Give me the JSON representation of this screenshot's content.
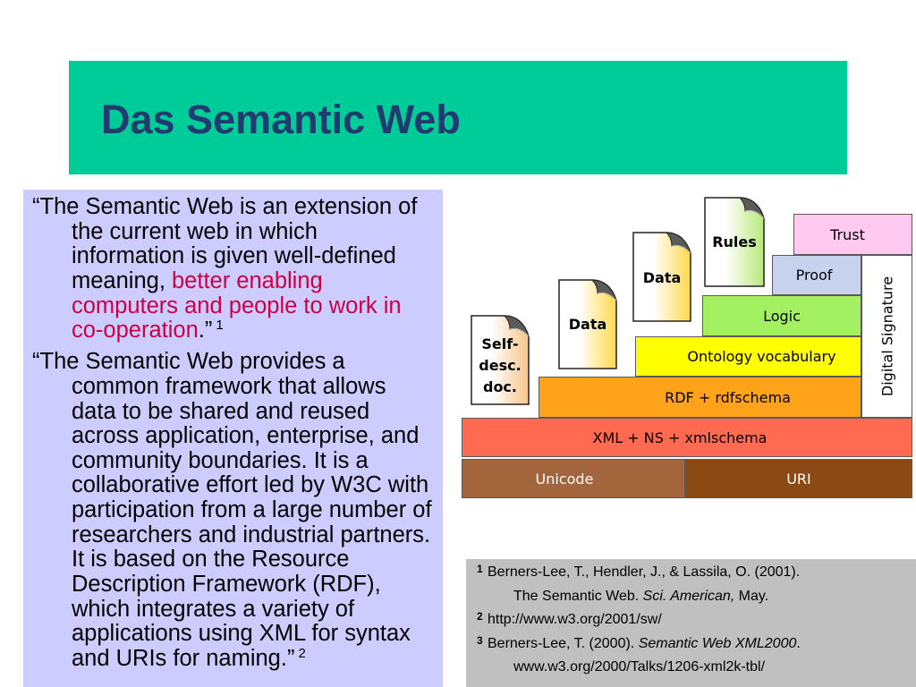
{
  "title": "Das Semantic Web",
  "colors": {
    "title_bar": "#00CC99",
    "title_text": "#1F3B6F",
    "quote_panel": "#CCCCFF",
    "highlight_text": "#CC0044",
    "footnote_panel": "#C0C0C0",
    "layer_unicode": "#A3653C",
    "layer_uri": "#8B4A14",
    "layer_xml": "#FF6A50",
    "layer_rdf": "#FFA31A",
    "layer_ontology": "#FFFF00",
    "layer_logic": "#A3F060",
    "layer_proof": "#C6D2EE",
    "layer_trust": "#FFC9F0",
    "layer_signature": "#FFFFFF",
    "doc_self_describing": "#F7C488",
    "doc_data": "#FFD84A",
    "doc_rules": "#B8E878"
  },
  "quote_1": {
    "line_1": "“The Semantic Web is an extension of",
    "line_2": "the current web in which",
    "line_3": "information is given well-defined",
    "line_4_plain": "meaning,",
    "line_4_highlight": "better enabling",
    "line_5_highlight": "computers and people to work in",
    "line_6_highlight": "co-operation",
    "line_6_plain": ".”",
    "footnote_ref": "1"
  },
  "quote_2": {
    "lines": [
      "“The Semantic Web provides a",
      "common framework that allows",
      "data to be shared and reused",
      "across application, enterprise, and",
      "community boundaries. It is a",
      "collaborative effort led by W3C with",
      "participation from a large number of",
      "researchers and industrial partners.",
      "It is based on the Resource",
      "Description Framework (RDF),",
      "which integrates a variety of",
      "applications using XML for syntax",
      "and URIs for naming.”"
    ],
    "footnote_ref": "2"
  },
  "diagram": {
    "layers": {
      "unicode": "Unicode",
      "uri": "URI",
      "xml": "XML + NS + xmlschema",
      "rdf": "RDF + rdfschema",
      "ontology": "Ontology vocabulary",
      "logic": "Logic",
      "proof": "Proof",
      "trust": "Trust",
      "digital_signature": "Digital Signature"
    },
    "documents": {
      "self_describing": [
        "Self-",
        "desc.",
        "doc."
      ],
      "data_1": "Data",
      "data_2": "Data",
      "rules": "Rules"
    }
  },
  "footnotes": [
    {
      "ref": "1",
      "line_1": "Berners-Lee, T., Hendler, J., & Lassila, O. (2001).",
      "line_2": "The Semantic Web.",
      "line_2_italic": "Sci. American,",
      "line_2_end": "May."
    },
    {
      "ref": "2",
      "line_1": "http://www.w3.org/2001/sw/"
    },
    {
      "ref": "3",
      "line_1": "Berners-Lee, T. (2000).",
      "line_1_italic": "Semantic Web XML2000",
      "line_1_end": ".",
      "line_2": "www.w3.org/2000/Talks/1206-xml2k-tbl/"
    }
  ]
}
